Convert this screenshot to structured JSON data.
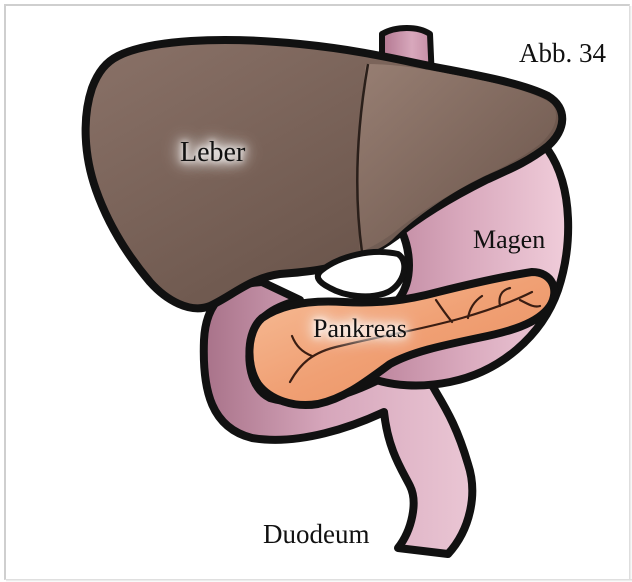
{
  "figure_number": "Abb. 34",
  "labels": {
    "liver": "Leber",
    "stomach": "Magen",
    "pancreas": "Pankreas",
    "duodenum": "Duodeum"
  },
  "colors": {
    "liver": "#7a6257",
    "liver_dark": "#5f4a42",
    "stomach": "#d6a3b8",
    "stomach_light": "#ecc7d5",
    "esophagus": "#c98ea6",
    "pancreas": "#f2a579",
    "pancreas_light": "#f8c4a2",
    "outline": "#111111"
  }
}
